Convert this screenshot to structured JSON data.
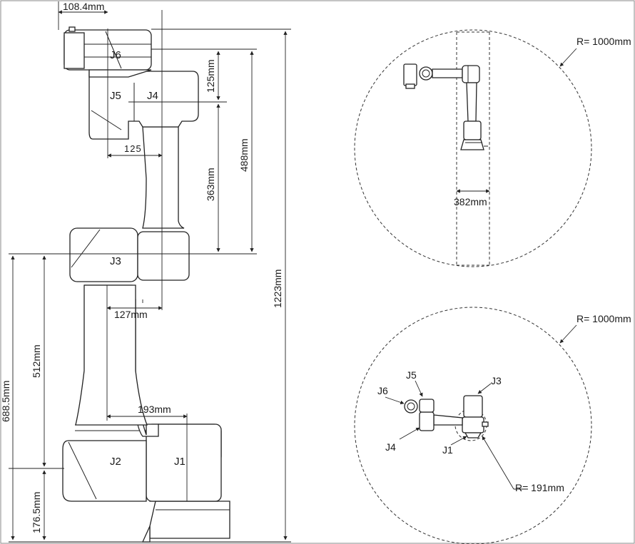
{
  "side_view": {
    "joints": [
      "J6",
      "J5",
      "J4",
      "J3",
      "J2",
      "J1"
    ],
    "dimensions": {
      "top_offset": "108.4mm",
      "wrist_vertical": "125mm",
      "wrist_horizontal": "125",
      "forearm_height": "363mm",
      "upper_to_top": "488mm",
      "total_height": "1223mm",
      "elbow_offset": "127mm",
      "upper_arm": "512mm",
      "shoulder_offset": "193mm",
      "shoulder_height": "688.5mm",
      "base_height": "176.5mm"
    }
  },
  "top_view_1": {
    "radius_label": "R= 1000mm",
    "width_label": "382mm"
  },
  "top_view_2": {
    "radius_label": "R= 1000mm",
    "inner_radius_label": "R= 191mm",
    "joints": [
      "J6",
      "J5",
      "J4",
      "J3",
      "J1"
    ]
  }
}
